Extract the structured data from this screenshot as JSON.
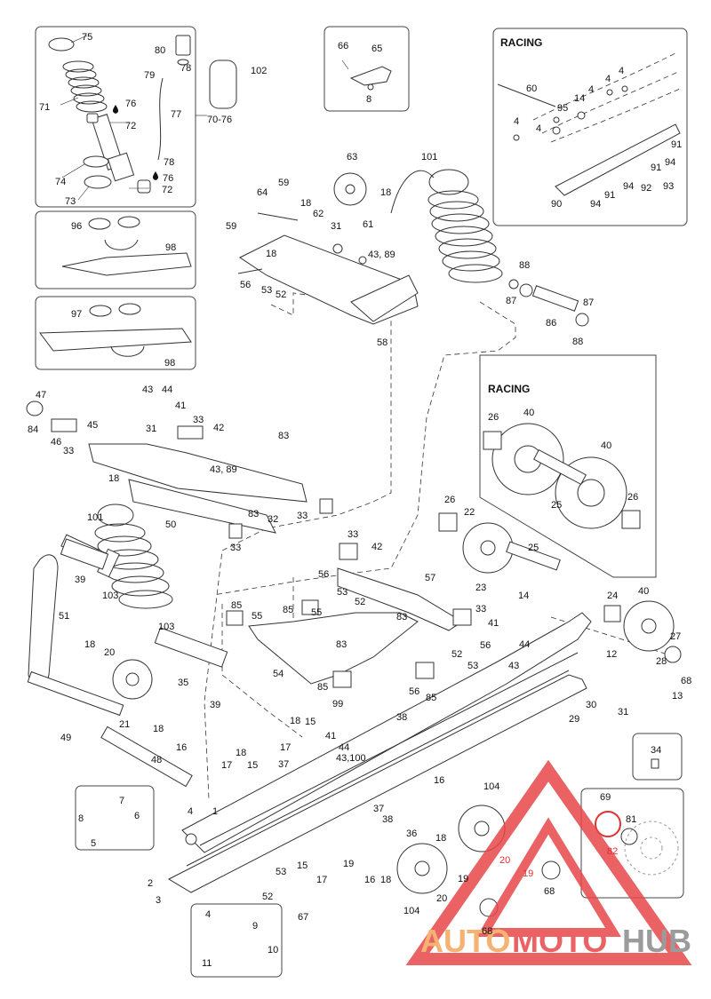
{
  "sections": {
    "racing_top": "RACING",
    "racing_wheels": "RACING"
  },
  "labels": {
    "l75": "75",
    "l80": "80",
    "l79": "79",
    "l78a": "78",
    "l102": "102",
    "l71": "71",
    "l76a": "76",
    "l72a": "72",
    "l77": "77",
    "l7076": "70-76",
    "l78b": "78",
    "l74": "74",
    "l76b": "76",
    "l73": "73",
    "l72b": "72",
    "l66": "66",
    "l65": "65",
    "l8a": "8",
    "l60": "60",
    "l4a": "4",
    "l4b": "4",
    "l4c": "4",
    "l14a": "14",
    "l95": "95",
    "l4d": "4",
    "l4e": "4",
    "l91a": "91",
    "l91b": "91",
    "l94a": "94",
    "l91c": "91",
    "l94b": "94",
    "l92": "92",
    "l93": "93",
    "l90": "90",
    "l94c": "94",
    "l96": "96",
    "l98a": "98",
    "l97": "97",
    "l98b": "98",
    "l63": "63",
    "l101a": "101",
    "l64": "64",
    "l59a": "59",
    "l18a": "18",
    "l18b": "18",
    "l59b": "59",
    "l62": "62",
    "l61": "61",
    "l31a": "31",
    "l4389a": "43, 89",
    "l18c": "18",
    "l56a": "56",
    "l53a": "53",
    "l52a": "52",
    "l58": "58",
    "l88a": "88",
    "l87a": "87",
    "l87b": "87",
    "l86": "86",
    "l88b": "88",
    "l47": "47",
    "l84": "84",
    "l46": "46",
    "l33a": "33",
    "l45": "45",
    "l43a": "43",
    "l44a": "44",
    "l41a": "41",
    "l33b": "33",
    "l42a": "42",
    "l83a": "83",
    "l31b": "31",
    "l4389b": "43, 89",
    "l18d": "18",
    "l101b": "101",
    "l50": "50",
    "l83b": "83",
    "l32": "32",
    "l33c": "33",
    "l33d": "33",
    "l26a": "26",
    "l40a": "40",
    "l40b": "40",
    "l25a": "25",
    "l26b": "26",
    "l26c": "26",
    "l22": "22",
    "l25b": "25",
    "l23": "23",
    "l51": "51",
    "l39a": "39",
    "l103a": "103",
    "l33e": "33",
    "l42b": "42",
    "l57": "57",
    "l56b": "56",
    "l53b": "53",
    "l52b": "52",
    "l85a": "85",
    "l55a": "55",
    "l85b": "85",
    "l55b": "55",
    "l83c": "83",
    "l33f": "33",
    "l41b": "41",
    "l14b": "14",
    "l24": "24",
    "l40c": "40",
    "l103b": "103",
    "l18e": "18",
    "l20a": "20",
    "l35": "35",
    "l39b": "39",
    "l54": "54",
    "l83d": "83",
    "l85c": "85",
    "l56c": "56",
    "l44b": "44",
    "l52c": "52",
    "l53c": "53",
    "l43b": "43",
    "l56d": "56",
    "l38a": "38",
    "l85d": "85",
    "l12": "12",
    "l27": "27",
    "l28": "28",
    "l68a": "68",
    "l29": "29",
    "l30": "30",
    "l31c": "31",
    "l13": "13",
    "l21": "21",
    "l18f": "18",
    "l16a": "16",
    "l99": "99",
    "l18g": "18",
    "l15a": "15",
    "l41c": "41",
    "l44c": "44",
    "l17a": "17",
    "l43100": "43,100",
    "l49": "49",
    "l48": "48",
    "l18h": "18",
    "l17b": "17",
    "l15b": "15",
    "l37a": "37",
    "l34": "34",
    "l16b": "16",
    "l104a": "104",
    "l7": "7",
    "l8b": "8",
    "l6": "6",
    "l5": "5",
    "l4f": "4",
    "l1": "1",
    "l37b": "37",
    "l38b": "38",
    "l36": "36",
    "l18i": "18",
    "l69": "69",
    "l81": "81",
    "l82": "82",
    "l20b": "20",
    "l19a": "19",
    "l68b": "68",
    "l2": "2",
    "l15c": "15",
    "l17c": "17",
    "l19b": "19",
    "l16c": "16",
    "l18j": "18",
    "l53d": "53",
    "l52d": "52",
    "l3": "3",
    "l67": "67",
    "l104b": "104",
    "l20c": "20",
    "l19c": "19",
    "l68c": "68",
    "l4g": "4",
    "l9": "9",
    "l10": "10",
    "l11": "11"
  },
  "watermark": {
    "auto": "AUTO",
    "moto": "MOTO",
    "hub": "HUB",
    "color_red": "#e8474a",
    "color_orange": "#f4a55a",
    "color_gray": "#8a8a8a"
  }
}
